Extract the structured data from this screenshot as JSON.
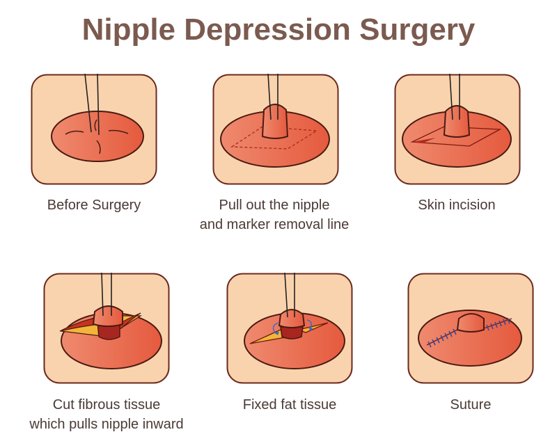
{
  "title": "Nipple Depression Surgery",
  "steps": [
    {
      "caption_line1": "Before Surgery",
      "caption_line2": ""
    },
    {
      "caption_line1": "Pull out the nipple",
      "caption_line2": "and marker removal line"
    },
    {
      "caption_line1": "Skin incision",
      "caption_line2": ""
    },
    {
      "caption_line1": "Cut fibrous tissue",
      "caption_line2": "which pulls nipple inward"
    },
    {
      "caption_line1": "Fixed fat tissue",
      "caption_line2": ""
    },
    {
      "caption_line1": "Suture",
      "caption_line2": ""
    }
  ],
  "colors": {
    "title": "#7b5a4f",
    "box": "#f9d3ad",
    "outline": "#6b2a1e",
    "skin": "#e8674a",
    "fat": "#f2b53a",
    "suture": "#2d4aa0"
  }
}
